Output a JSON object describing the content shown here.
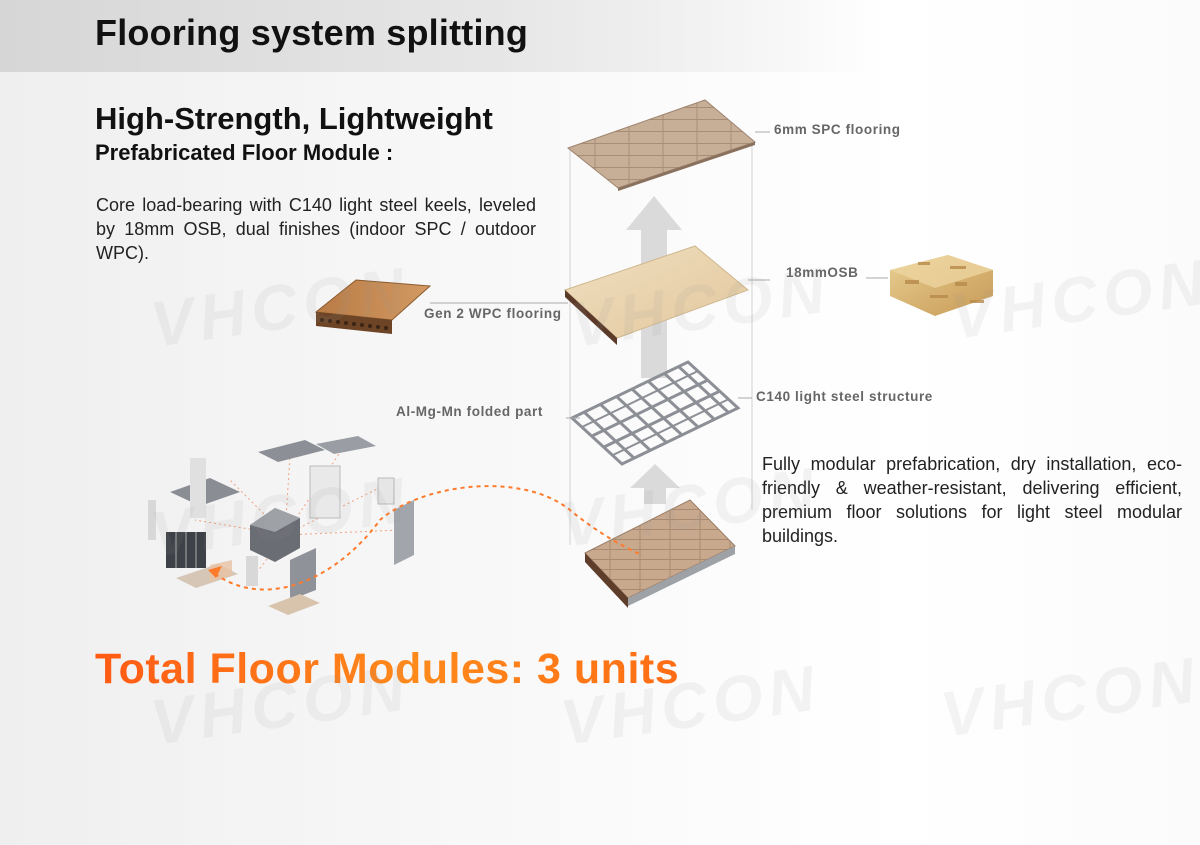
{
  "header": {
    "title": "Flooring system splitting"
  },
  "intro": {
    "headline": "High-Strength, Lightweight",
    "subheadline": "Prefabricated Floor Module :",
    "description": "Core load-bearing with C140 light steel keels, leveled by 18mm OSB, dual finishes (indoor SPC / outdoor WPC)."
  },
  "callouts": {
    "spc": "6mm SPC flooring",
    "osb": "18mmOSB",
    "wpc": "Gen 2 WPC flooring",
    "steel": "C140 light steel structure",
    "folded": "Al-Mg-Mn folded part"
  },
  "benefits": {
    "text": "Fully modular prefabrication, dry installation, eco-friendly & weather-resistant, delivering efficient, premium floor solutions for light steel modular buildings."
  },
  "total": {
    "text": "Total Floor Modules:  3 units",
    "count": 3
  },
  "watermark": "VHCON",
  "colors": {
    "accent": "#ff6a14",
    "label_gray": "#666666",
    "arrow_gray": "#dadada"
  }
}
